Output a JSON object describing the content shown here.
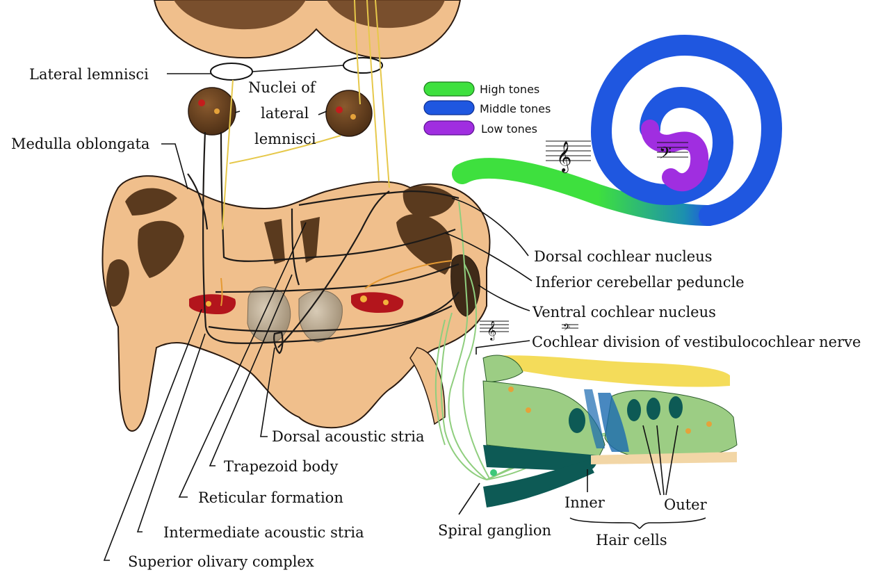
{
  "labels": {
    "lateral_lemnisci": "Lateral lemnisci",
    "nuclei_line1": "Nuclei of",
    "nuclei_line2": "lateral",
    "nuclei_line3": "lemnisci",
    "medulla_oblongata": "Medulla oblongata",
    "dorsal_cochlear_nucleus": "Dorsal cochlear nucleus",
    "inferior_cerebellar_peduncle": "Inferior cerebellar peduncle",
    "ventral_cochlear_nucleus": "Ventral cochlear nucleus",
    "cochlear_division": "Cochlear division of vestibulocochlear nerve",
    "dorsal_acoustic_stria": "Dorsal acoustic stria",
    "trapezoid_body": "Trapezoid body",
    "reticular_formation": "Reticular formation",
    "intermediate_acoustic_stria": "Intermediate acoustic stria",
    "superior_olivary_complex": "Superior olivary complex",
    "spiral_ganglion": "Spiral ganglion",
    "inner": "Inner",
    "outer": "Outer",
    "hair_cells": "Hair cells"
  },
  "legend": [
    {
      "label": "High tones",
      "color": "#3ee03e"
    },
    {
      "label": "Middle tones",
      "color": "#1f57e0"
    },
    {
      "label": "Low tones",
      "color": "#a02ee0"
    }
  ],
  "colors": {
    "tissue": "#f0bf8c",
    "tissue_dark": "#5a3a1e",
    "nucleus_brown": "#6b4322",
    "olive_red": "#b3151c",
    "pyramid_gray": "#b6a68f",
    "organ_green": "#9ccd84",
    "organ_dark": "#0d5a55",
    "tectorial_yellow": "#f4dc5a"
  },
  "icons": [
    "treble-clef-icon",
    "bass-clef-icon"
  ]
}
